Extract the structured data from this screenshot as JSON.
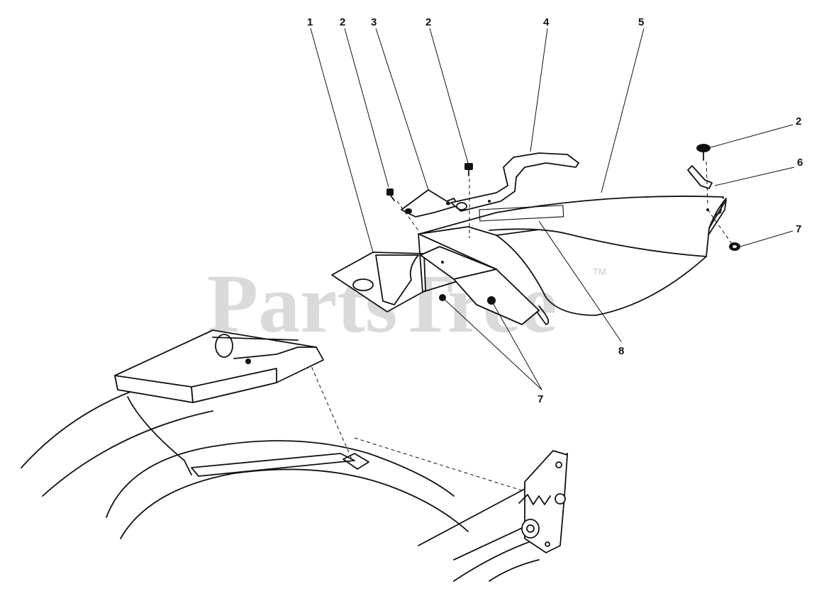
{
  "diagram": {
    "watermark": "PartsTree",
    "trademark": "TM",
    "callouts": [
      {
        "id": "callout-1-label",
        "label": "1"
      },
      {
        "id": "callout-2a-label",
        "label": "2"
      },
      {
        "id": "callout-3-label",
        "label": "3"
      },
      {
        "id": "callout-2b-label",
        "label": "2"
      },
      {
        "id": "callout-4-label",
        "label": "4"
      },
      {
        "id": "callout-5-label",
        "label": "5"
      },
      {
        "id": "callout-2c-label",
        "label": "2"
      },
      {
        "id": "callout-6-label",
        "label": "6"
      },
      {
        "id": "callout-7a-label",
        "label": "7"
      },
      {
        "id": "callout-8-label",
        "label": "8"
      },
      {
        "id": "callout-7b-label",
        "label": "7"
      }
    ]
  }
}
